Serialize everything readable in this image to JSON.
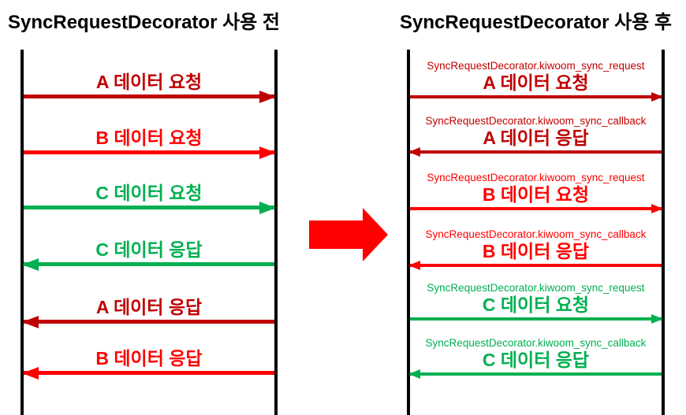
{
  "titles": {
    "before": "SyncRequestDecorator 사용 전",
    "after": "SyncRequestDecorator 사용 후"
  },
  "colors": {
    "dark_red": "#C00000",
    "red": "#FF0000",
    "green": "#00B050",
    "lifeline_black": "#000000"
  },
  "icons": {
    "transform": "big-right-arrow-icon"
  },
  "before_diagram": {
    "arrows": [
      {
        "label": "A 데이터 요청",
        "color": "#C00000",
        "direction": "right"
      },
      {
        "label": "B 데이터 요청",
        "color": "#FF0000",
        "direction": "right"
      },
      {
        "label": "C 데이터 요청",
        "color": "#00B050",
        "direction": "right"
      },
      {
        "label": "C 데이터 응답",
        "color": "#00B050",
        "direction": "left"
      },
      {
        "label": "A 데이터 응답",
        "color": "#C00000",
        "direction": "left"
      },
      {
        "label": "B 데이터 응답",
        "color": "#FF0000",
        "direction": "left"
      }
    ]
  },
  "after_diagram": {
    "arrows": [
      {
        "method": "SyncRequestDecorator.kiwoom_sync_request",
        "label": "A 데이터 요청",
        "color": "#C00000",
        "direction": "right"
      },
      {
        "method": "SyncRequestDecorator.kiwoom_sync_callback",
        "label": "A 데이터 응답",
        "color": "#C00000",
        "direction": "left"
      },
      {
        "method": "SyncRequestDecorator.kiwoom_sync_request",
        "label": "B 데이터 요청",
        "color": "#FF0000",
        "direction": "right"
      },
      {
        "method": "SyncRequestDecorator.kiwoom_sync_callback",
        "label": "B 데이터 응답",
        "color": "#FF0000",
        "direction": "left"
      },
      {
        "method": "SyncRequestDecorator.kiwoom_sync_request",
        "label": "C 데이터 요청",
        "color": "#00B050",
        "direction": "right"
      },
      {
        "method": "SyncRequestDecorator.kiwoom_sync_callback",
        "label": "C 데이터 응답",
        "color": "#00B050",
        "direction": "left"
      }
    ]
  }
}
